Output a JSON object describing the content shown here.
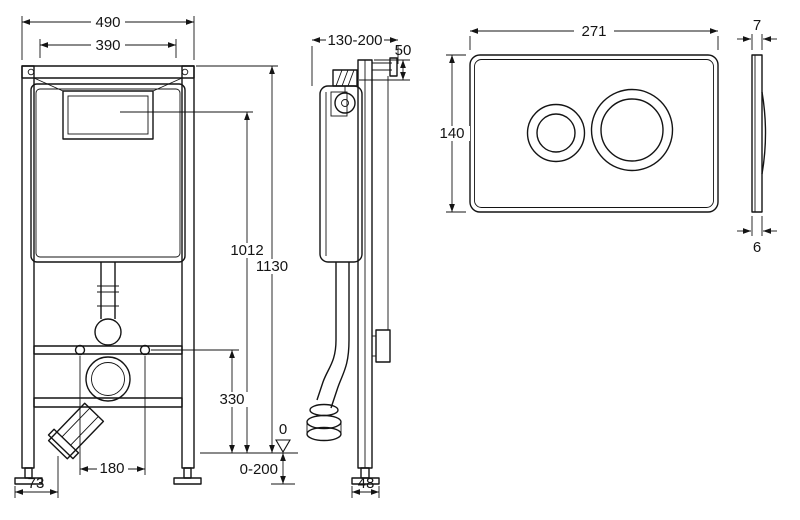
{
  "dims": {
    "front": {
      "width_outer": "490",
      "width_inner": "390",
      "height_actuation": "1012",
      "height_total": "1130",
      "height_fixing": "330",
      "fixing_spacing": "180",
      "drain_offset": "73"
    },
    "shared": {
      "floor_level": "0",
      "floor_adjust": "0-200"
    },
    "side": {
      "depth_range": "130-200",
      "top_offset": "50",
      "foot_depth": "48"
    },
    "plate": {
      "width": "271",
      "height": "140",
      "thickness": "7",
      "protrusion": "6"
    }
  }
}
